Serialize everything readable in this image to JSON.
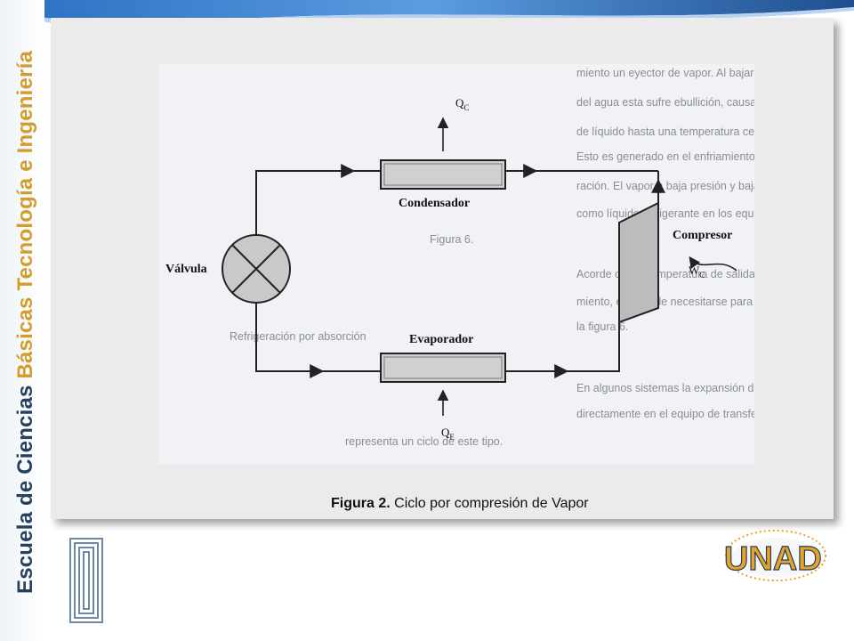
{
  "sidebar": {
    "title_part1": "Escuela de Ciencias ",
    "title_part2": "Básicas Tecnología e Ingeniería",
    "colors": {
      "text": "#25415f",
      "accent": "#d39c2b"
    }
  },
  "diagram": {
    "labels": {
      "qc_main": "Q",
      "qc_sub": "C",
      "condensador": "Condensador",
      "compresor": "Compresor",
      "wc_main": "W",
      "wc_sub": "C",
      "valvula": "Válvula",
      "evaporador": "Evaporador",
      "qe_main": "Q",
      "qe_sub": "E"
    },
    "background_text": [
      "miento un eyector de vapor. Al bajar la presión en el",
      "del agua esta sufre ebullición, causando enfriamie",
      "de líquido hasta una temperatura cercana a su punto",
      "Esto es generado en el enfriamiento evaporativo",
      "ración. El vapor a baja presión y baja temperatura, po",
      "como líquido refrigerante en los equipos convencionale",
      "Figura 6.",
      "Acorde con la temperatura de salida del sistema",
      "miento, ella puede necesitarse para completar el ciclo",
      "la figura 6.",
      "Refrigeración por absorción",
      "En algunos sistemas la expansión del gas comprim",
      "directamente en el equipo de transferencia de calor. L",
      "representa un ciclo de este tipo."
    ]
  },
  "caption": {
    "label": "Figura 2.",
    "text": " Ciclo por compresión de Vapor"
  },
  "logo": {
    "text": "UNAD",
    "colors": {
      "primary": "#e8a323",
      "secondary": "#1b3d6d"
    }
  }
}
